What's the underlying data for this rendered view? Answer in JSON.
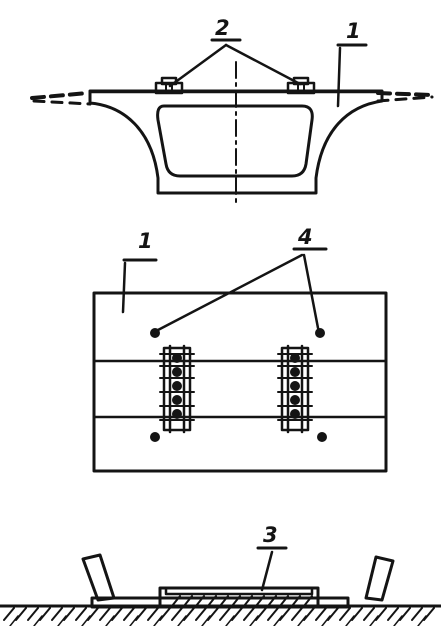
{
  "labels": {
    "deck_top": "2",
    "deck_right": "1",
    "plan_left": "1",
    "plan_right": "4",
    "base": "3"
  },
  "colors": {
    "ink": "#141414",
    "paper": "#ffffff"
  }
}
